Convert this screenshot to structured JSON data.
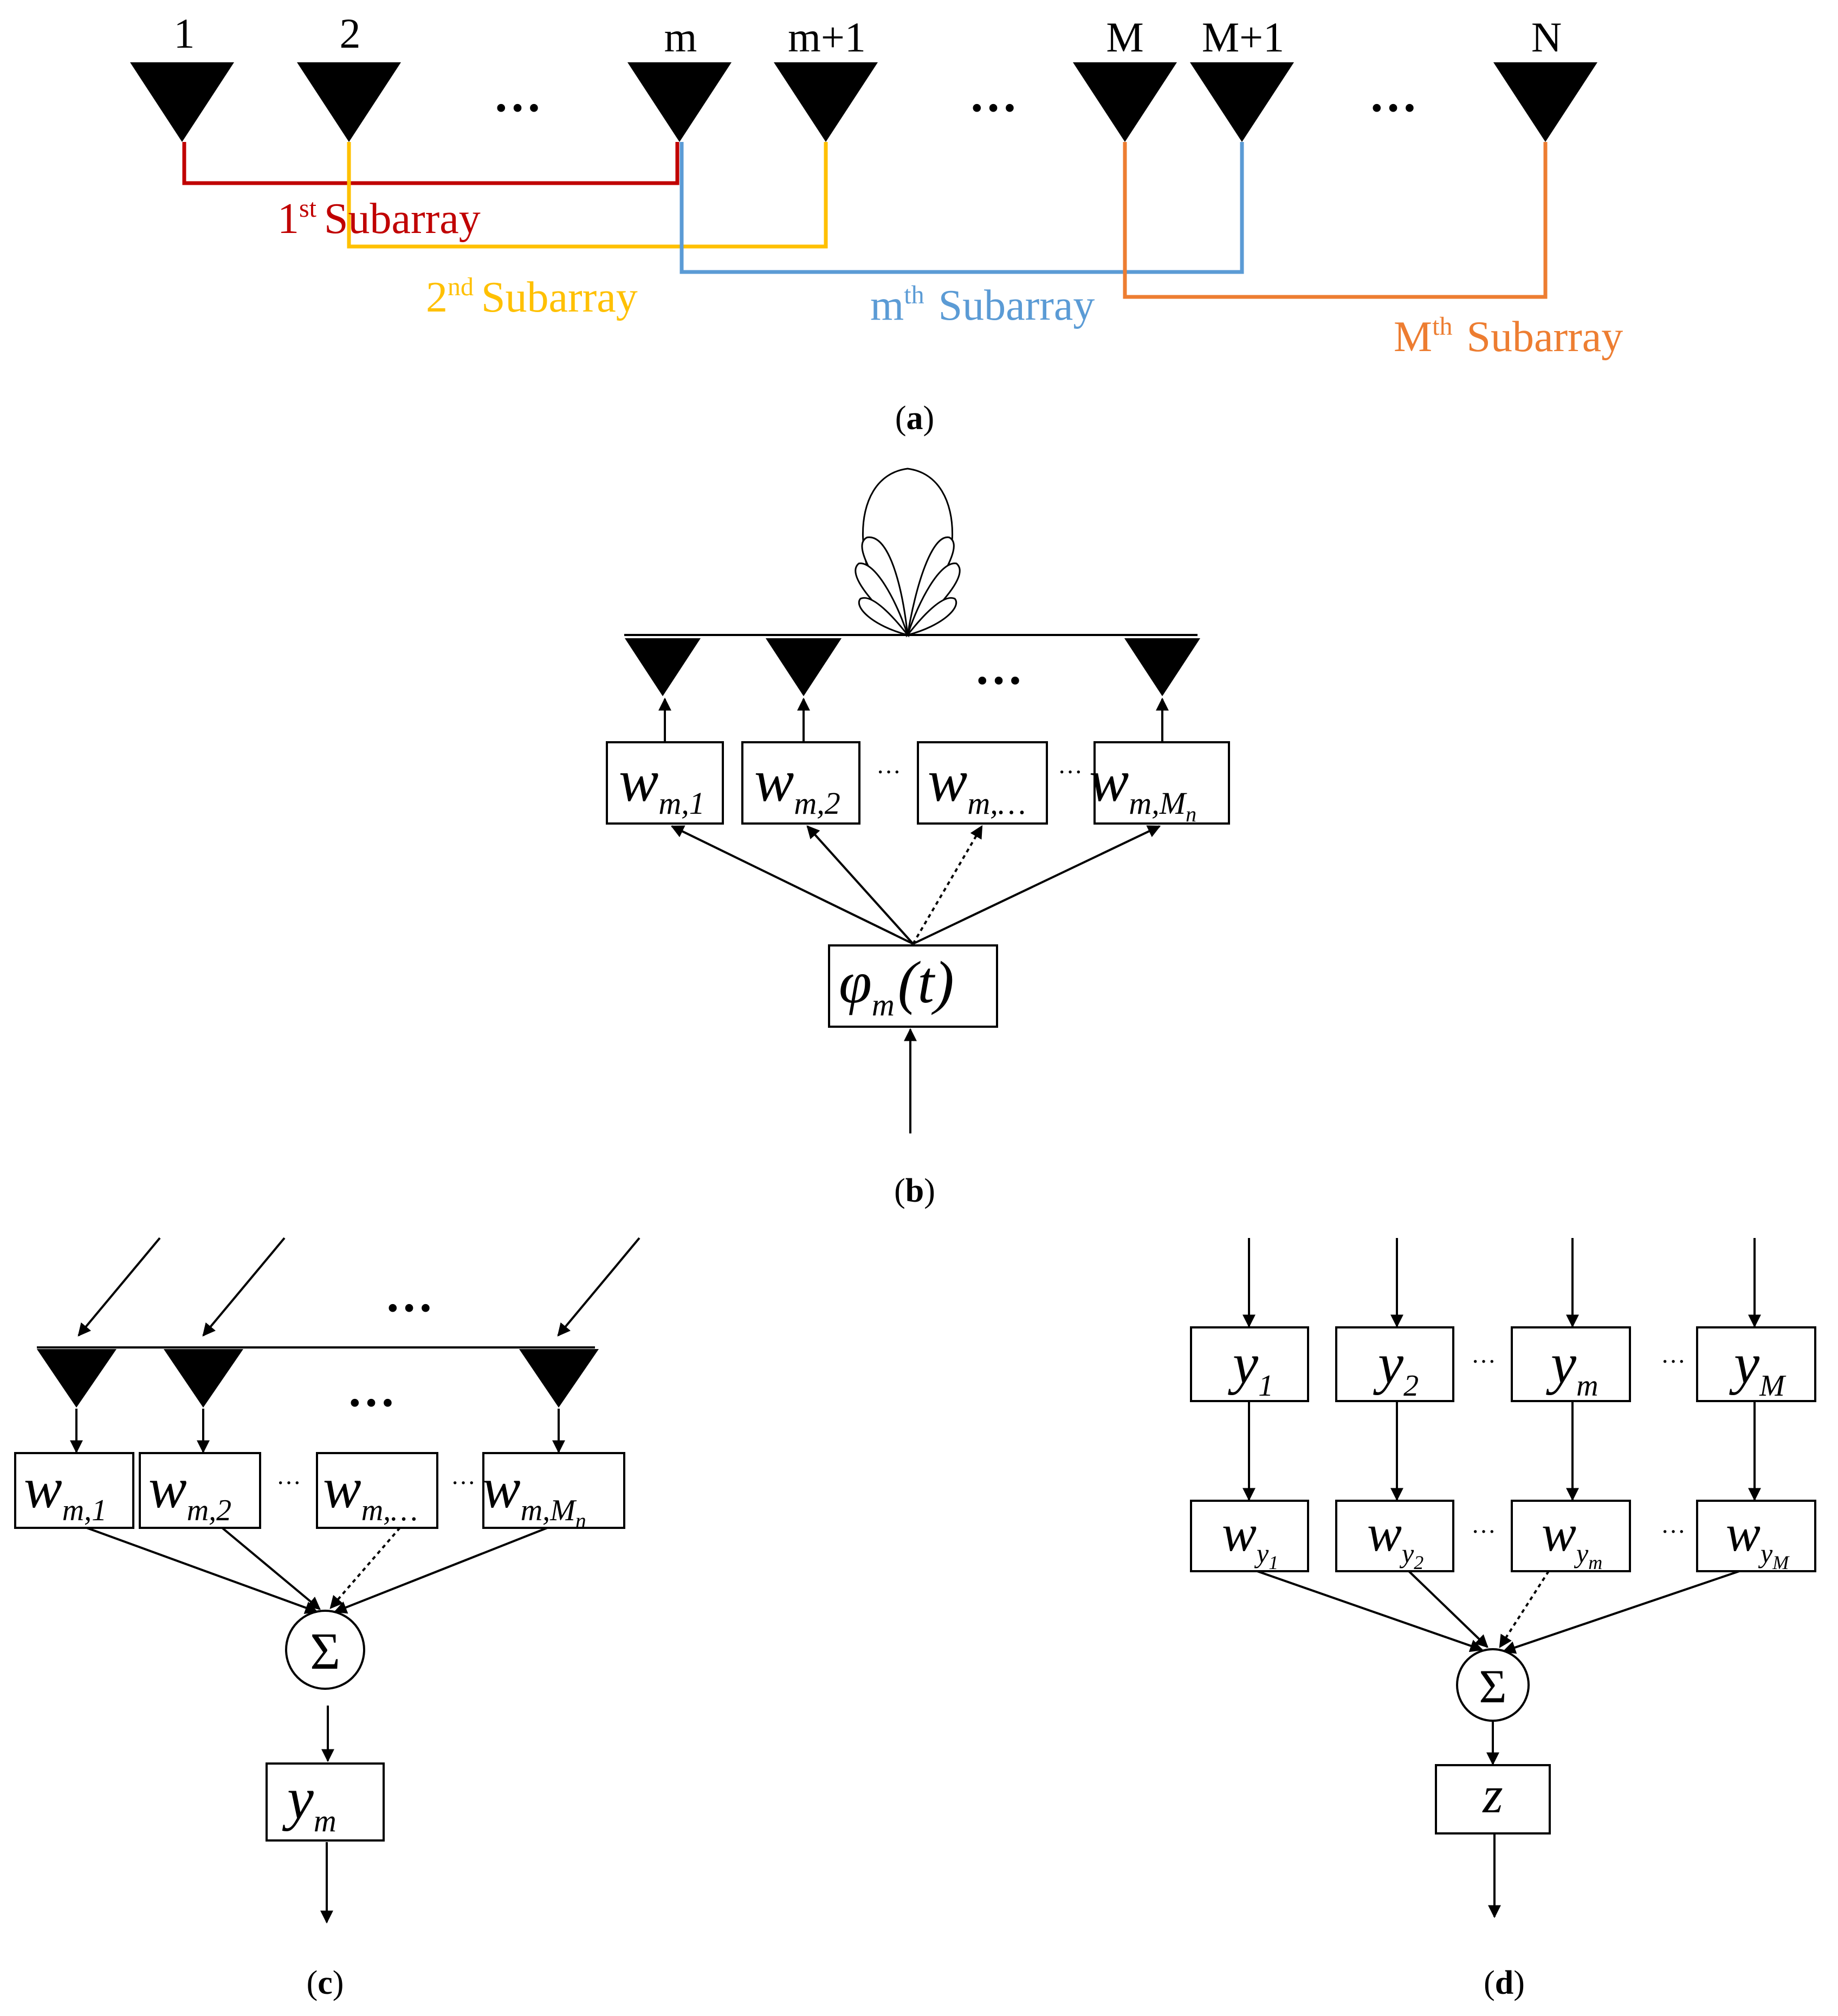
{
  "colors": {
    "sub1": "#c00000",
    "sub2": "#ffc000",
    "subm": "#5b9bd5",
    "subM": "#ed7d31",
    "ink": "#000000"
  },
  "a": {
    "antenna_labels": [
      "1",
      "2",
      "m",
      "m+1",
      "M",
      "M+1",
      "N"
    ],
    "ellipsis": "…",
    "subarrays": [
      {
        "base": "1",
        "sup": "st",
        "word": "Subarray"
      },
      {
        "base": "2",
        "sup": "nd",
        "word": "Subarray"
      },
      {
        "base": "m",
        "sup": "th",
        "word": "Subarray"
      },
      {
        "base": "M",
        "sup": "th",
        "word": "Subarray"
      }
    ],
    "caption": {
      "open": "(",
      "letter": "a",
      "close": ")"
    }
  },
  "b": {
    "weights": [
      {
        "main": "w",
        "sub": "m,1"
      },
      {
        "main": "w",
        "sub": "m,2"
      },
      {
        "main": "w",
        "sub": "m,…"
      },
      {
        "main": "w",
        "sub": "m,M",
        "subsub": "n"
      }
    ],
    "ellipsis": "…",
    "small_ellipsis": "···",
    "phase": {
      "phi": "φ",
      "sub": "m",
      "arg": "(t)"
    },
    "caption": {
      "open": "(",
      "letter": "b",
      "close": ")"
    }
  },
  "c": {
    "weights": [
      {
        "main": "w",
        "sub": "m,1"
      },
      {
        "main": "w",
        "sub": "m,2"
      },
      {
        "main": "w",
        "sub": "m,…"
      },
      {
        "main": "w",
        "sub": "m,M",
        "subsub": "n"
      }
    ],
    "ellipsis": "…",
    "small_ellipsis": "···",
    "sum": "Σ",
    "output": {
      "main": "y",
      "sub": "m"
    },
    "caption": {
      "open": "(",
      "letter": "c",
      "close": ")"
    }
  },
  "d": {
    "inputs": [
      {
        "main": "y",
        "sub": "1"
      },
      {
        "main": "y",
        "sub": "2"
      },
      {
        "main": "y",
        "sub": "m"
      },
      {
        "main": "y",
        "sub": "M"
      }
    ],
    "weights": [
      {
        "main": "w",
        "sub": "y",
        "subsub": "1"
      },
      {
        "main": "w",
        "sub": "y",
        "subsub": "2"
      },
      {
        "main": "w",
        "sub": "y",
        "subsub": "m"
      },
      {
        "main": "w",
        "sub": "y",
        "subsub": "M"
      }
    ],
    "small_ellipsis": "···",
    "sum": "Σ",
    "output": "z",
    "caption": {
      "open": "(",
      "letter": "d",
      "close": ")"
    }
  }
}
